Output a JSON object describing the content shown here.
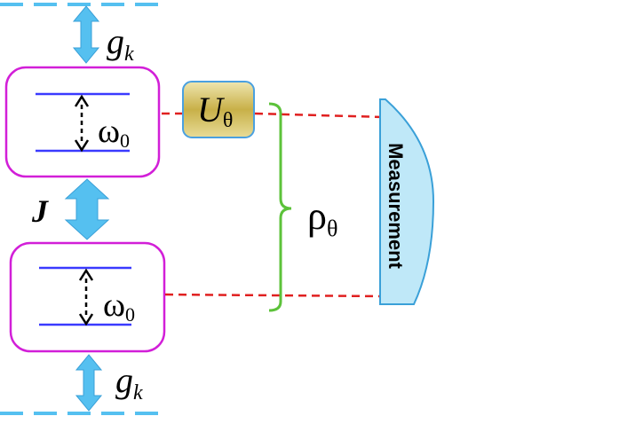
{
  "labels": {
    "coupling_top_main": "g",
    "coupling_top_sub": "k",
    "coupling_bottom_main": "g",
    "coupling_bottom_sub": "k",
    "qubit_top_freq_main": "ω",
    "qubit_top_freq_sub": "0",
    "qubit_bottom_freq_main": "ω",
    "qubit_bottom_freq_sub": "0",
    "interaction": "J",
    "unitary_main": "U",
    "unitary_sub": "θ",
    "state_main": "ρ",
    "state_sub": "θ",
    "measurement": "Measurement"
  },
  "colors": {
    "qubit_box": "#d21fd8",
    "level_line": "#3a3aff",
    "arrow_fill": "#55c0f0",
    "dashed_red": "#e02020",
    "bracket_green": "#5cc23a",
    "unitary_fill_light": "#e8dd9a",
    "unitary_fill_dark": "#a8902a",
    "unitary_border": "#4aa0e0",
    "measurement_fill": "#bfe8f8",
    "measurement_border": "#3aa0d8"
  }
}
